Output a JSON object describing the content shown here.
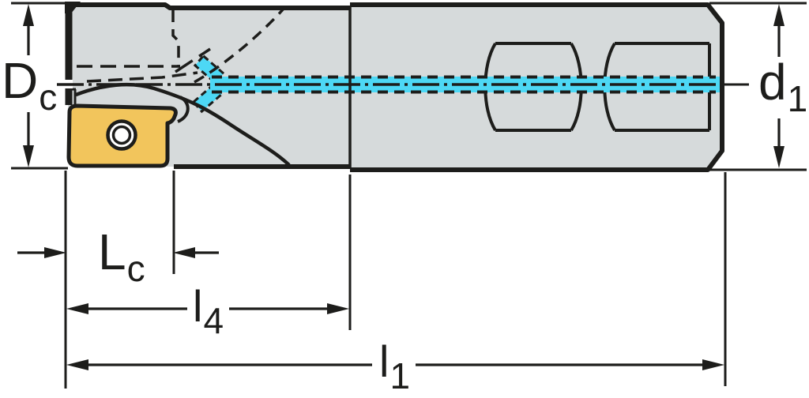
{
  "drawing": {
    "kind": "milling-cutter-dimension-drawing",
    "views": "side view of indexable end mill with coolant channel, insert and weldon flats"
  },
  "dimension_labels": {
    "dc": {
      "main": "D",
      "sub": "c"
    },
    "d1": {
      "main": "d",
      "sub": "1"
    },
    "lc": {
      "main": "L",
      "sub": "c"
    },
    "l4": {
      "main": "l",
      "sub": "4"
    },
    "l1": {
      "main": "l",
      "sub": "1"
    }
  },
  "colors": {
    "outline_black": "#1d1d1b",
    "body_gray": "#d6dadb",
    "coolant_cyan": "#4dd8f5",
    "insert_yellow": "#f2c55c",
    "background_white": "#ffffff"
  }
}
